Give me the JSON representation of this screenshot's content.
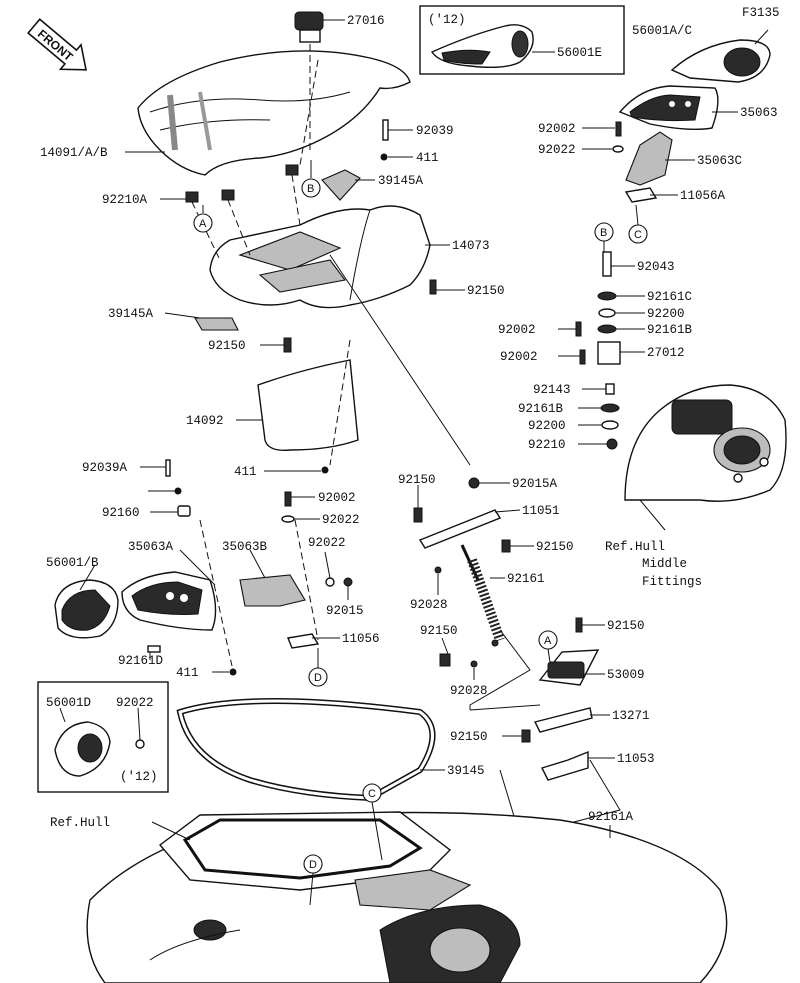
{
  "figure_code": "F3135",
  "front_label": "FRONT",
  "callouts": {
    "A": "A",
    "B": "B",
    "C": "C",
    "D": "D"
  },
  "insets": {
    "top_12": "('12)",
    "left_12": "('12)"
  },
  "ref_hull_middle": [
    "Ref.Hull",
    "Middle",
    "Fittings"
  ],
  "ref_hull_bottom": "Ref.Hull",
  "parts": [
    "27016",
    "56001E",
    "56001A/C",
    "35063",
    "14091/A/B",
    "92039",
    "411",
    "92002",
    "92022",
    "35063C",
    "92210A",
    "39145A",
    "11056A",
    "14073",
    "92043",
    "92150",
    "92161C",
    "92200",
    "39145A",
    "92002",
    "92161B",
    "92150",
    "92002",
    "27012",
    "92143",
    "14092",
    "92161B",
    "92200",
    "92210",
    "92039A",
    "411",
    "92150",
    "92015A",
    "92002",
    "92160",
    "92022",
    "11051",
    "35063A",
    "35063B",
    "92022",
    "56001/B",
    "92150",
    "92015",
    "92161",
    "92028",
    "92161D",
    "11056",
    "92150",
    "411",
    "92150",
    "56001D",
    "92022",
    "53009",
    "92028",
    "13271",
    "92150",
    "39145",
    "11053",
    "92161A"
  ]
}
